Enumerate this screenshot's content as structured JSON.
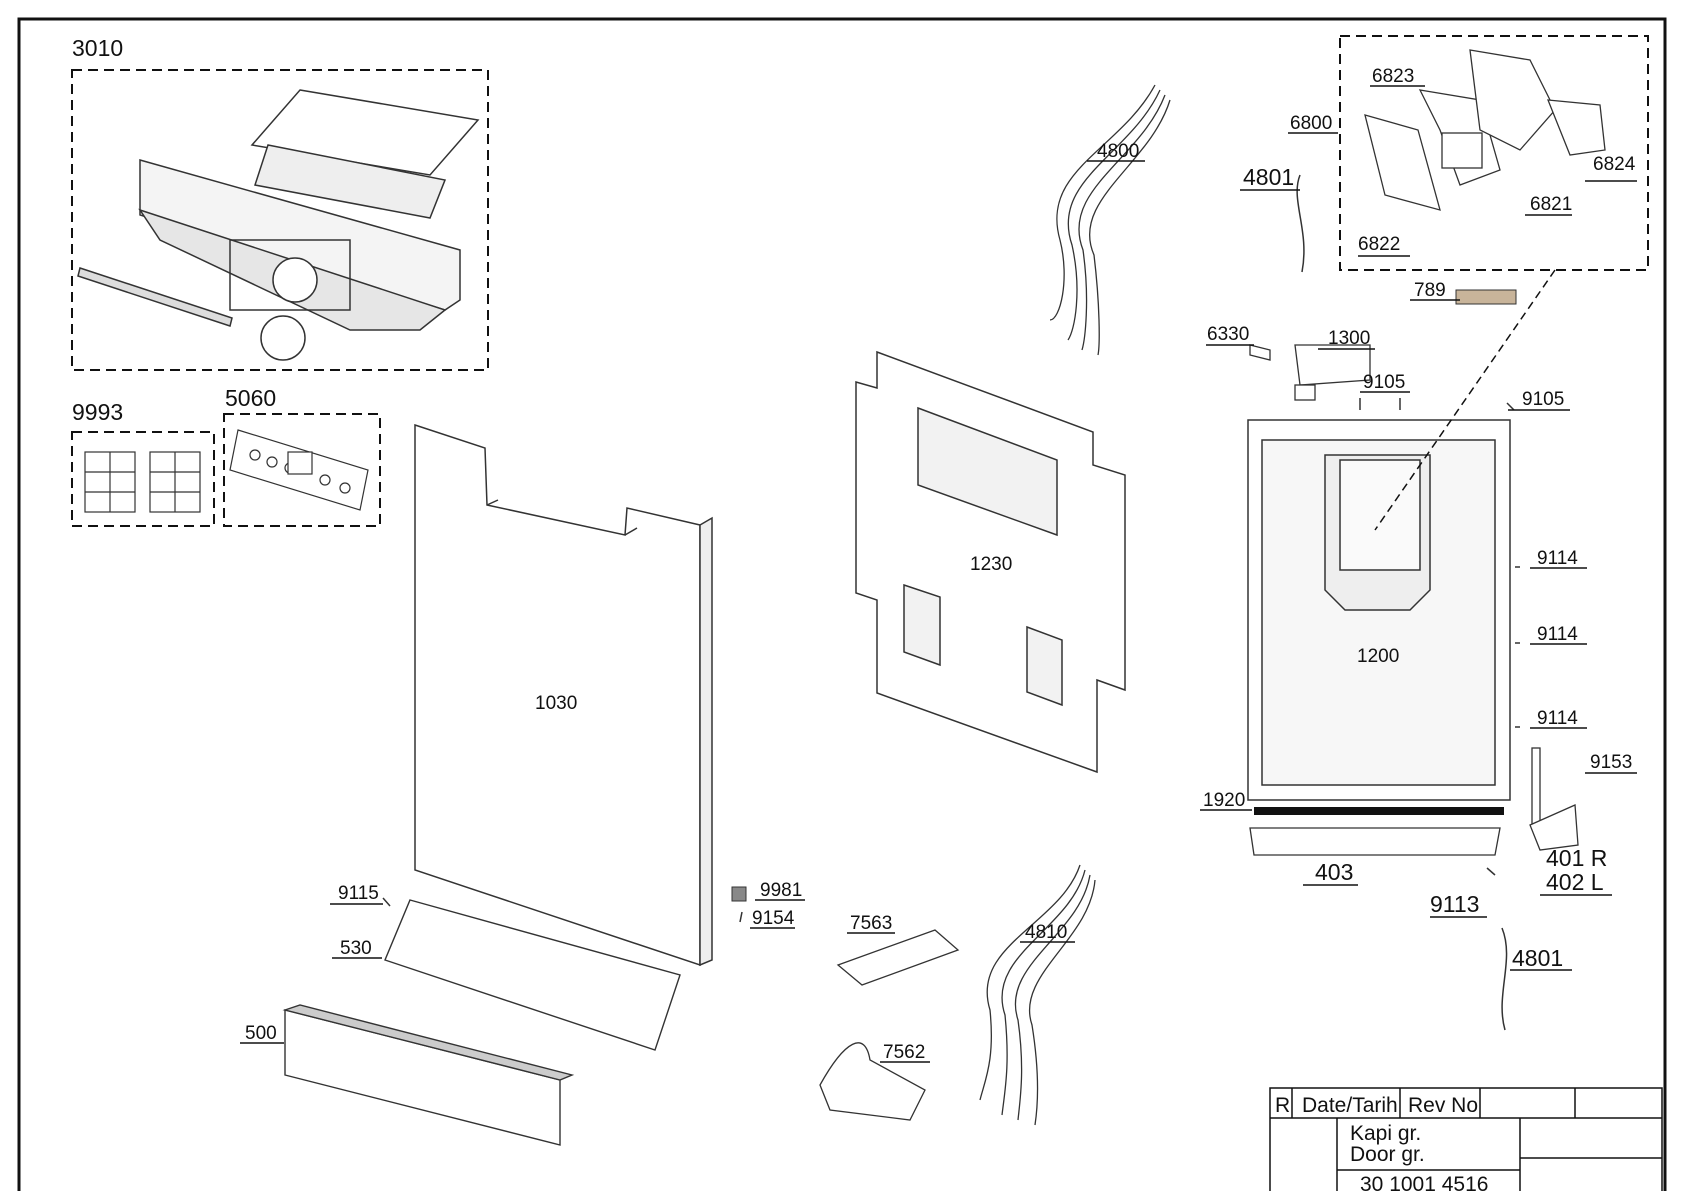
{
  "labels": {
    "l3010": "3010",
    "l9993": "9993",
    "l5060": "5060",
    "l1030": "1030",
    "l1230": "1230",
    "l4800": "4800",
    "l4801a": "4801",
    "l4801b": "4801",
    "l6800": "6800",
    "l6823": "6823",
    "l6824": "6824",
    "l6821": "6821",
    "l6822": "6822",
    "l789": "789",
    "l6330": "6330",
    "l1300": "1300",
    "l9105a": "9105",
    "l9105b": "9105",
    "l1200": "1200",
    "l9114a": "9114",
    "l9114b": "9114",
    "l9114c": "9114",
    "l9153": "9153",
    "l1920": "1920",
    "l403": "403",
    "l401": "401 R",
    "l402": "402 L",
    "l9113": "9113",
    "l9115": "9115",
    "l530": "530",
    "l500": "500",
    "l9981": "9981",
    "l9154": "9154",
    "l7563": "7563",
    "l7562": "7562",
    "l4810": "4810"
  },
  "title_block": {
    "r": "R",
    "date": "Date/Tarih",
    "rev": "Rev No",
    "name_tr": "Kapi gr.",
    "name_en": "Door gr.",
    "doc_no": "30 1001 4516"
  }
}
